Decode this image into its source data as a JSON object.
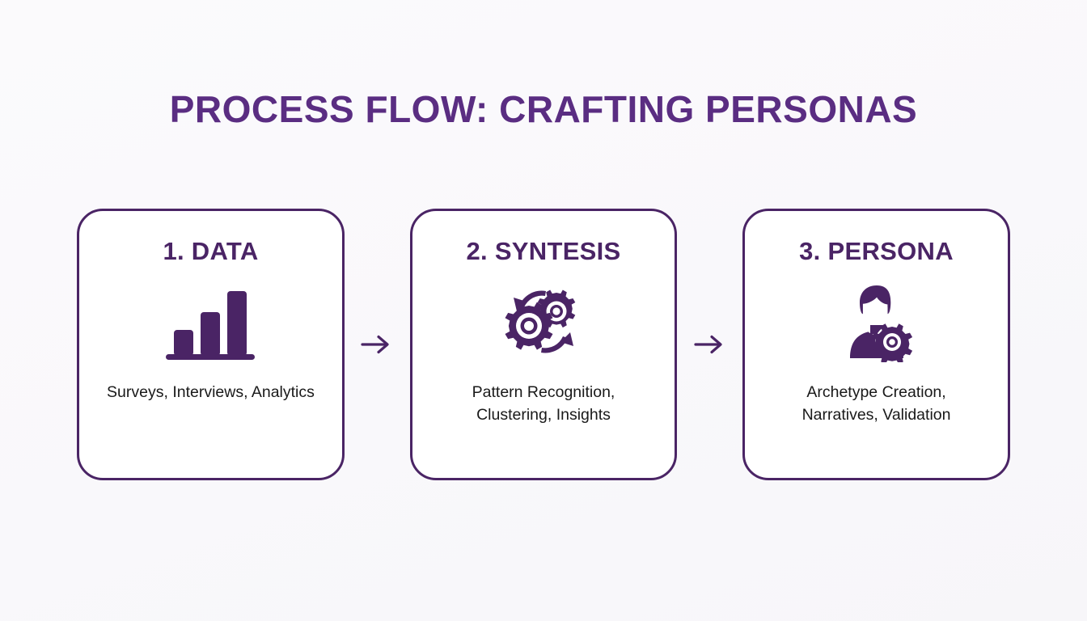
{
  "slide": {
    "title": "PROCESS FLOW: CRAFTING PERSONAS",
    "background_color": "#faf9fb",
    "accent_color": "#4a2465",
    "title_color": "#5a2d82",
    "body_text_color": "#191919",
    "card_border_color": "#4a2465",
    "card_fill_color": "#ffffff"
  },
  "steps": [
    {
      "heading": "1. DATA",
      "icon": "bar-chart-icon",
      "caption": "Surveys, Interviews, Analytics"
    },
    {
      "heading": "2. SYNTESIS",
      "icon": "gears-icon",
      "caption": "Pattern Recognition, Clustering, Insights"
    },
    {
      "heading": "3. PERSONA",
      "icon": "person-gear-icon",
      "caption": "Archetype Creation, Narratives, Validation"
    }
  ],
  "connectors": [
    {
      "icon": "arrow-right-icon"
    },
    {
      "icon": "arrow-right-icon"
    }
  ]
}
